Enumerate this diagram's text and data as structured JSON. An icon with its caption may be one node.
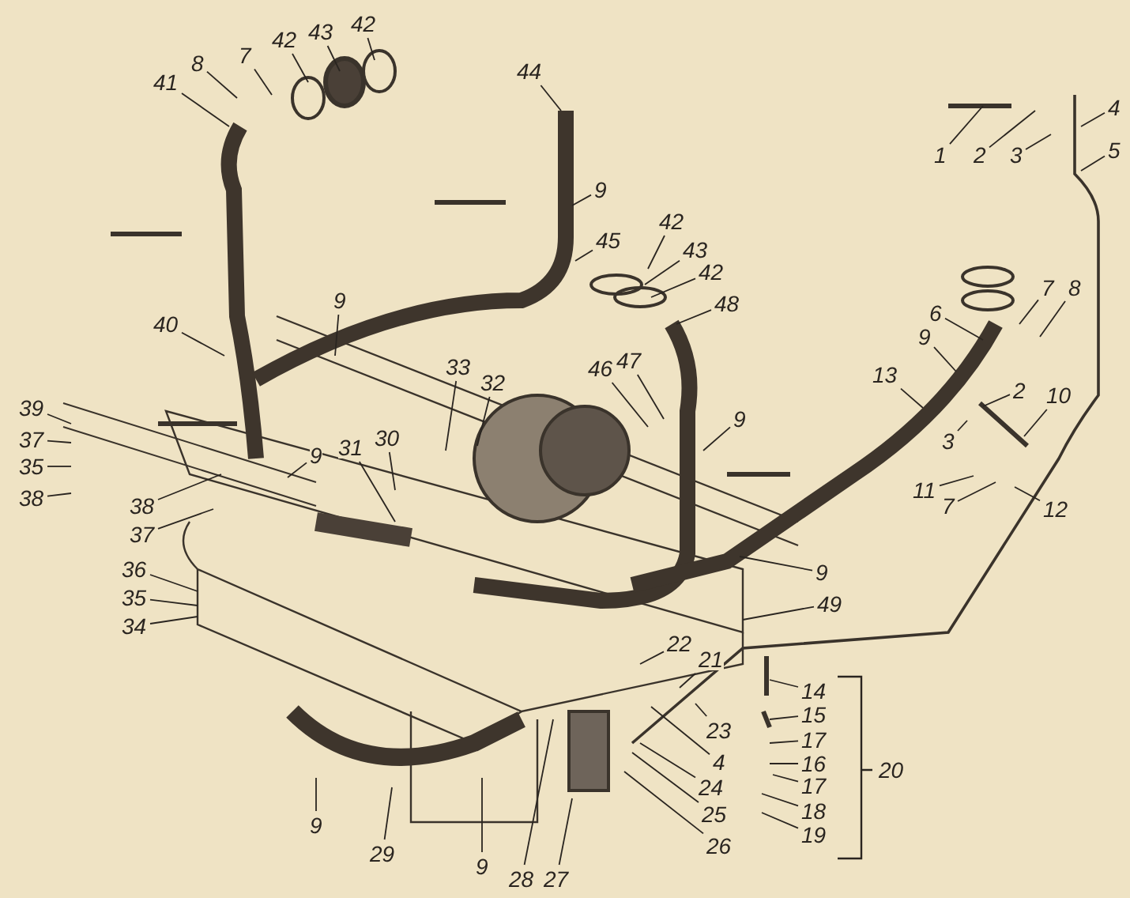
{
  "diagram": {
    "nodes": [
      {
        "text": [
          "41"
        ]
      },
      {
        "text": [
          "8"
        ]
      },
      {
        "text": [
          "7"
        ]
      },
      {
        "text": [
          "42"
        ]
      },
      {
        "text": [
          "43"
        ]
      },
      {
        "text": [
          "42"
        ]
      },
      {
        "text": [
          "44"
        ]
      },
      {
        "text": [
          "9"
        ]
      },
      {
        "text": [
          "45"
        ]
      },
      {
        "text": [
          "42"
        ]
      },
      {
        "text": [
          "43"
        ]
      },
      {
        "text": [
          "42"
        ]
      },
      {
        "text": [
          "48"
        ]
      },
      {
        "text": [
          "46"
        ]
      },
      {
        "text": [
          "47"
        ]
      },
      {
        "text": [
          "9"
        ]
      },
      {
        "text": [
          "1"
        ]
      },
      {
        "text": [
          "2"
        ]
      },
      {
        "text": [
          "3"
        ]
      },
      {
        "text": [
          "4"
        ]
      },
      {
        "text": [
          "5"
        ]
      },
      {
        "text": [
          "7"
        ]
      },
      {
        "text": [
          "8"
        ]
      },
      {
        "text": [
          "6"
        ]
      },
      {
        "text": [
          "9"
        ]
      },
      {
        "text": [
          "13"
        ]
      },
      {
        "text": [
          "2"
        ]
      },
      {
        "text": [
          "10"
        ]
      },
      {
        "text": [
          "3"
        ]
      },
      {
        "text": [
          "11"
        ]
      },
      {
        "text": [
          "7"
        ]
      },
      {
        "text": [
          "12"
        ]
      },
      {
        "text": [
          "40"
        ]
      },
      {
        "text": [
          "9"
        ]
      },
      {
        "text": [
          "33"
        ]
      },
      {
        "text": [
          "32"
        ]
      },
      {
        "text": [
          "39"
        ]
      },
      {
        "text": [
          "30"
        ]
      },
      {
        "text": [
          "31"
        ]
      },
      {
        "text": [
          "9"
        ]
      },
      {
        "text": [
          "37"
        ]
      },
      {
        "text": [
          "35"
        ]
      },
      {
        "text": [
          "38"
        ]
      },
      {
        "text": [
          "38"
        ]
      },
      {
        "text": [
          "37"
        ]
      },
      {
        "text": [
          "9"
        ]
      },
      {
        "text": [
          "49"
        ]
      },
      {
        "text": [
          "36"
        ]
      },
      {
        "text": [
          "35"
        ]
      },
      {
        "text": [
          "34"
        ]
      },
      {
        "text": [
          "22"
        ]
      },
      {
        "text": [
          "21"
        ]
      },
      {
        "text": [
          "14"
        ]
      },
      {
        "text": [
          "15"
        ]
      },
      {
        "text": [
          "23"
        ]
      },
      {
        "text": [
          "17"
        ]
      },
      {
        "text": [
          "16"
        ]
      },
      {
        "text": [
          "4"
        ]
      },
      {
        "text": [
          "17"
        ]
      },
      {
        "text": [
          "24"
        ]
      },
      {
        "text": [
          "18"
        ]
      },
      {
        "text": [
          "25"
        ]
      },
      {
        "text": [
          "19"
        ]
      },
      {
        "text": [
          "26"
        ]
      },
      {
        "text": [
          "9"
        ]
      },
      {
        "text": [
          "29"
        ]
      },
      {
        "text": [
          "9"
        ]
      },
      {
        "text": [
          "28"
        ]
      },
      {
        "text": [
          "27"
        ]
      },
      {
        "text": [
          "20"
        ]
      }
    ],
    "edges": [
      {
        "from": 0,
        "to": null,
        "arrow": "none"
      },
      {
        "from": 1,
        "to": null,
        "arrow": "none"
      },
      {
        "from": 2,
        "to": null,
        "arrow": "none"
      },
      {
        "from": 3,
        "to": null,
        "arrow": "none"
      },
      {
        "from": 4,
        "to": null,
        "arrow": "none"
      },
      {
        "from": 5,
        "to": null,
        "arrow": "none"
      },
      {
        "from": 6,
        "to": null,
        "arrow": "none"
      },
      {
        "from": 7,
        "to": null,
        "arrow": "none"
      },
      {
        "from": 8,
        "to": null,
        "arrow": "none"
      },
      {
        "from": 9,
        "to": null,
        "arrow": "none"
      },
      {
        "from": 10,
        "to": null,
        "arrow": "none"
      },
      {
        "from": 11,
        "to": null,
        "arrow": "none"
      },
      {
        "from": 12,
        "to": null,
        "arrow": "none"
      },
      {
        "from": 13,
        "to": null,
        "arrow": "none"
      },
      {
        "from": 14,
        "to": null,
        "arrow": "none"
      },
      {
        "from": 15,
        "to": null,
        "arrow": "none"
      },
      {
        "from": 16,
        "to": null,
        "arrow": "none"
      },
      {
        "from": 17,
        "to": null,
        "arrow": "none"
      },
      {
        "from": 18,
        "to": null,
        "arrow": "none"
      },
      {
        "from": 19,
        "to": null,
        "arrow": "none"
      },
      {
        "from": 20,
        "to": null,
        "arrow": "none"
      },
      {
        "from": 21,
        "to": null,
        "arrow": "none"
      },
      {
        "from": 22,
        "to": null,
        "arrow": "none"
      },
      {
        "from": 23,
        "to": null,
        "arrow": "none"
      },
      {
        "from": 24,
        "to": null,
        "arrow": "none"
      },
      {
        "from": 25,
        "to": null,
        "arrow": "none"
      },
      {
        "from": 26,
        "to": null,
        "arrow": "none"
      },
      {
        "from": 27,
        "to": null,
        "arrow": "none"
      },
      {
        "from": 28,
        "to": null,
        "arrow": "none"
      },
      {
        "from": 29,
        "to": null,
        "arrow": "none"
      },
      {
        "from": 30,
        "to": null,
        "arrow": "none"
      },
      {
        "from": 31,
        "to": null,
        "arrow": "none"
      },
      {
        "from": 32,
        "to": null,
        "arrow": "none"
      },
      {
        "from": 33,
        "to": null,
        "arrow": "none"
      },
      {
        "from": 34,
        "to": null,
        "arrow": "none"
      },
      {
        "from": 35,
        "to": null,
        "arrow": "none"
      },
      {
        "from": 36,
        "to": null,
        "arrow": "none"
      },
      {
        "from": 37,
        "to": null,
        "arrow": "none"
      },
      {
        "from": 38,
        "to": null,
        "arrow": "none"
      },
      {
        "from": 39,
        "to": null,
        "arrow": "none"
      },
      {
        "from": 40,
        "to": null,
        "arrow": "none"
      },
      {
        "from": 41,
        "to": null,
        "arrow": "none"
      },
      {
        "from": 42,
        "to": null,
        "arrow": "none"
      },
      {
        "from": 43,
        "to": null,
        "arrow": "none"
      },
      {
        "from": 44,
        "to": null,
        "arrow": "none"
      },
      {
        "from": 45,
        "to": null,
        "arrow": "none"
      },
      {
        "from": 46,
        "to": null,
        "arrow": "none"
      },
      {
        "from": 47,
        "to": null,
        "arrow": "none"
      },
      {
        "from": 48,
        "to": null,
        "arrow": "none"
      },
      {
        "from": 49,
        "to": null,
        "arrow": "none"
      },
      {
        "from": 50,
        "to": null,
        "arrow": "none"
      },
      {
        "from": 51,
        "to": null,
        "arrow": "none"
      },
      {
        "from": 52,
        "to": null,
        "arrow": "none"
      },
      {
        "from": 53,
        "to": null,
        "arrow": "none"
      },
      {
        "from": 54,
        "to": null,
        "arrow": "none"
      },
      {
        "from": 55,
        "to": null,
        "arrow": "none"
      },
      {
        "from": 56,
        "to": null,
        "arrow": "none"
      },
      {
        "from": 57,
        "to": null,
        "arrow": "none"
      },
      {
        "from": 58,
        "to": null,
        "arrow": "none"
      },
      {
        "from": 59,
        "to": null,
        "arrow": "none"
      },
      {
        "from": 60,
        "to": null,
        "arrow": "none"
      },
      {
        "from": 61,
        "to": null,
        "arrow": "none"
      },
      {
        "from": 62,
        "to": null,
        "arrow": "none"
      },
      {
        "from": 63,
        "to": null,
        "arrow": "none"
      },
      {
        "from": 64,
        "to": null,
        "arrow": "none"
      },
      {
        "from": 65,
        "to": null,
        "arrow": "none"
      },
      {
        "from": 66,
        "to": null,
        "arrow": "none"
      },
      {
        "from": 67,
        "to": null,
        "arrow": "none"
      },
      {
        "from": 68,
        "to": null,
        "arrow": "none"
      }
    ]
  }
}
